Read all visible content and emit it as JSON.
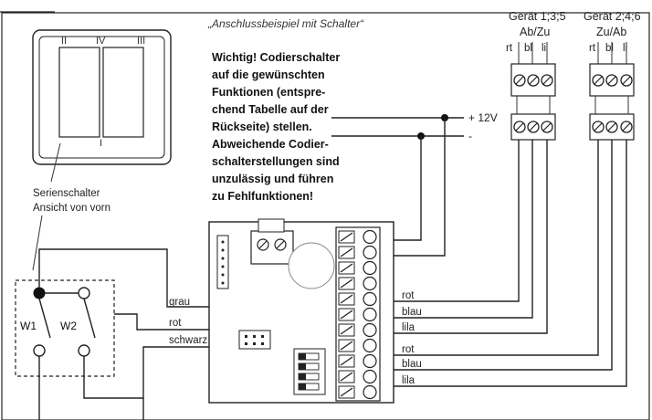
{
  "caption": "„Anschlussbeispiel mit Schalter“",
  "note_lines": [
    "Wichtig! Codierschalter",
    "auf die gewünschten",
    "Funktionen (entspre-",
    "chend Tabelle auf der",
    "Rückseite) stellen.",
    "Abweichende Codier-",
    "schalterstellungen sind",
    "unzulässig und führen",
    "zu Fehlfunktionen!"
  ],
  "switch_label_lines": [
    "Serienschalter",
    "Ansicht von vorn"
  ],
  "switch_front": {
    "roman_top_left": "II",
    "roman_top_mid": "IV",
    "roman_top_right": "III",
    "roman_bottom": "I"
  },
  "switch_schematic": {
    "w1": "W1",
    "w2": "W2"
  },
  "device_1": {
    "title": "Gerät 1;3;5",
    "subtitle": "Ab/Zu",
    "terminals": [
      "rt",
      "bl",
      "li"
    ]
  },
  "device_2": {
    "title": "Gerät 2;4;6",
    "subtitle": "Zu/Ab",
    "terminals": [
      "rt",
      "bl",
      "li"
    ]
  },
  "supply": {
    "plus": "+ 12V",
    "minus": "-"
  },
  "switch_wires": [
    "grau",
    "rot",
    "schwarz"
  ],
  "output_wires": [
    "rot",
    "blau",
    "lila",
    "rot",
    "blau",
    "lila"
  ]
}
